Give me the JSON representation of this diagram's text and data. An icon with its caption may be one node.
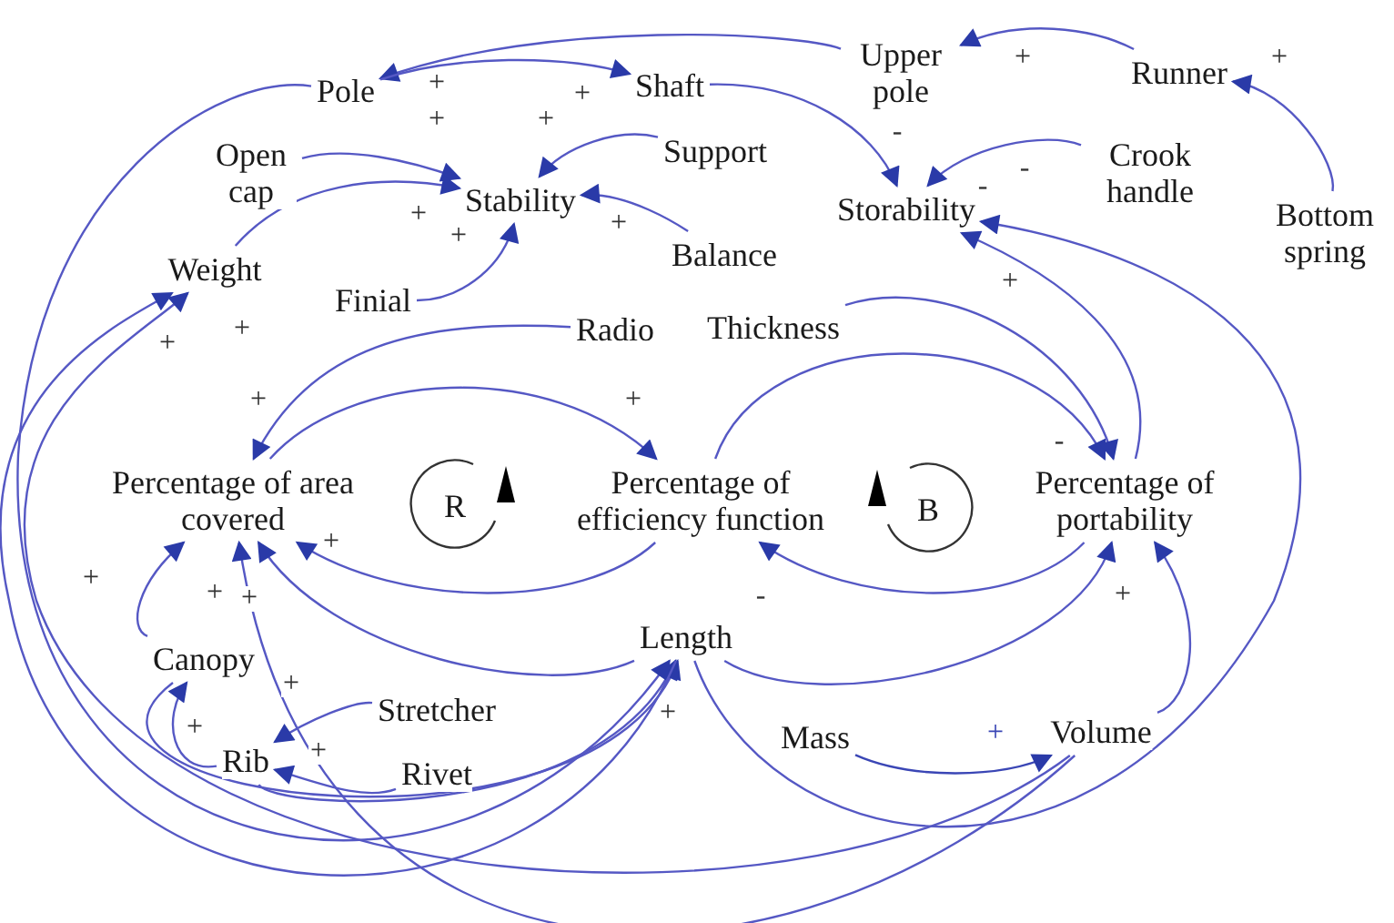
{
  "diagram": {
    "nodes": [
      {
        "text": [
          "Pole"
        ]
      },
      {
        "text": [
          "Shaft"
        ]
      },
      {
        "text": [
          "Upper pole"
        ]
      },
      {
        "text": [
          "Runner"
        ]
      },
      {
        "text": [
          "Open cap"
        ]
      },
      {
        "text": [
          "Support"
        ]
      },
      {
        "text": [
          "Crook handle"
        ]
      },
      {
        "text": [
          "Stability"
        ]
      },
      {
        "text": [
          "Storability"
        ]
      },
      {
        "text": [
          "Balance"
        ]
      },
      {
        "text": [
          "Bottom spring"
        ]
      },
      {
        "text": [
          "Weight"
        ]
      },
      {
        "text": [
          "Finial"
        ]
      },
      {
        "text": [
          "Radio"
        ]
      },
      {
        "text": [
          "Thickness"
        ]
      },
      {
        "text": [
          "Percentage of area covered"
        ]
      },
      {
        "text": [
          "Percentage of efficiency function"
        ]
      },
      {
        "text": [
          "Percentage of portability"
        ]
      },
      {
        "text": [
          "Canopy"
        ]
      },
      {
        "text": [
          "Length"
        ]
      },
      {
        "text": [
          "Stretcher"
        ]
      },
      {
        "text": [
          "Rib"
        ]
      },
      {
        "text": [
          "Rivet"
        ]
      },
      {
        "text": [
          "Mass"
        ]
      },
      {
        "text": [
          "Volume"
        ]
      }
    ],
    "edges": [
      {
        "from": 2,
        "to": 0,
        "arrow": "to"
      },
      {
        "from": 0,
        "to": 1,
        "arrow": "to",
        "label": "+"
      },
      {
        "from": 1,
        "to": 8,
        "arrow": "to",
        "label": "-"
      },
      {
        "from": 3,
        "to": 2,
        "arrow": "to",
        "label": "+"
      },
      {
        "from": 10,
        "to": 3,
        "arrow": "to",
        "label": "+"
      },
      {
        "from": 6,
        "to": 8,
        "arrow": "to",
        "label": "-"
      },
      {
        "from": 4,
        "to": 7,
        "arrow": "to"
      },
      {
        "from": 11,
        "to": 7,
        "arrow": "to",
        "label": "+"
      },
      {
        "from": 12,
        "to": 7,
        "arrow": "to",
        "label": "+"
      },
      {
        "from": 5,
        "to": 7,
        "arrow": "to",
        "label": "+"
      },
      {
        "from": 9,
        "to": 7,
        "arrow": "to",
        "label": "+"
      },
      {
        "from": 13,
        "to": 15,
        "arrow": "to",
        "label": "+"
      },
      {
        "from": 15,
        "to": 16,
        "arrow": "to",
        "label": "+"
      },
      {
        "from": 16,
        "to": 15,
        "arrow": "to",
        "label": "+"
      },
      {
        "from": 16,
        "to": 17,
        "arrow": "to",
        "label": "-"
      },
      {
        "from": 14,
        "to": 17,
        "arrow": "to"
      },
      {
        "from": 17,
        "to": 8,
        "arrow": "to",
        "label": "+"
      },
      {
        "from": 17,
        "to": 16,
        "arrow": "to",
        "label": "-"
      },
      {
        "from": 19,
        "to": 17,
        "arrow": "to",
        "label": "+"
      },
      {
        "from": 19,
        "to": 15,
        "arrow": "to",
        "label": "+"
      },
      {
        "from": 18,
        "to": 15,
        "arrow": "to",
        "label": "+"
      },
      {
        "from": 20,
        "to": 21,
        "arrow": "to",
        "label": "+"
      },
      {
        "from": 22,
        "to": 21,
        "arrow": "to",
        "label": "+"
      },
      {
        "from": 21,
        "to": 18,
        "arrow": "to",
        "label": "+"
      },
      {
        "from": 18,
        "to": 19,
        "arrow": "to",
        "label": "+"
      },
      {
        "from": 21,
        "to": 19,
        "arrow": "to"
      },
      {
        "from": 19,
        "to": 8,
        "arrow": "to"
      },
      {
        "from": 24,
        "to": 11,
        "arrow": "to",
        "label": "+"
      },
      {
        "from": 24,
        "to": 15,
        "arrow": "to",
        "label": "+"
      },
      {
        "from": 0,
        "to": 19,
        "arrow": "to"
      },
      {
        "from": 19,
        "to": 11,
        "arrow": "to",
        "label": "+"
      },
      {
        "from": 23,
        "to": 24,
        "arrow": "to",
        "label": "+",
        "color": "#3a46b5"
      },
      {
        "from": 24,
        "to": 17,
        "arrow": "to"
      }
    ],
    "labels": [
      "+",
      "+",
      "-",
      "R",
      "B"
    ]
  }
}
